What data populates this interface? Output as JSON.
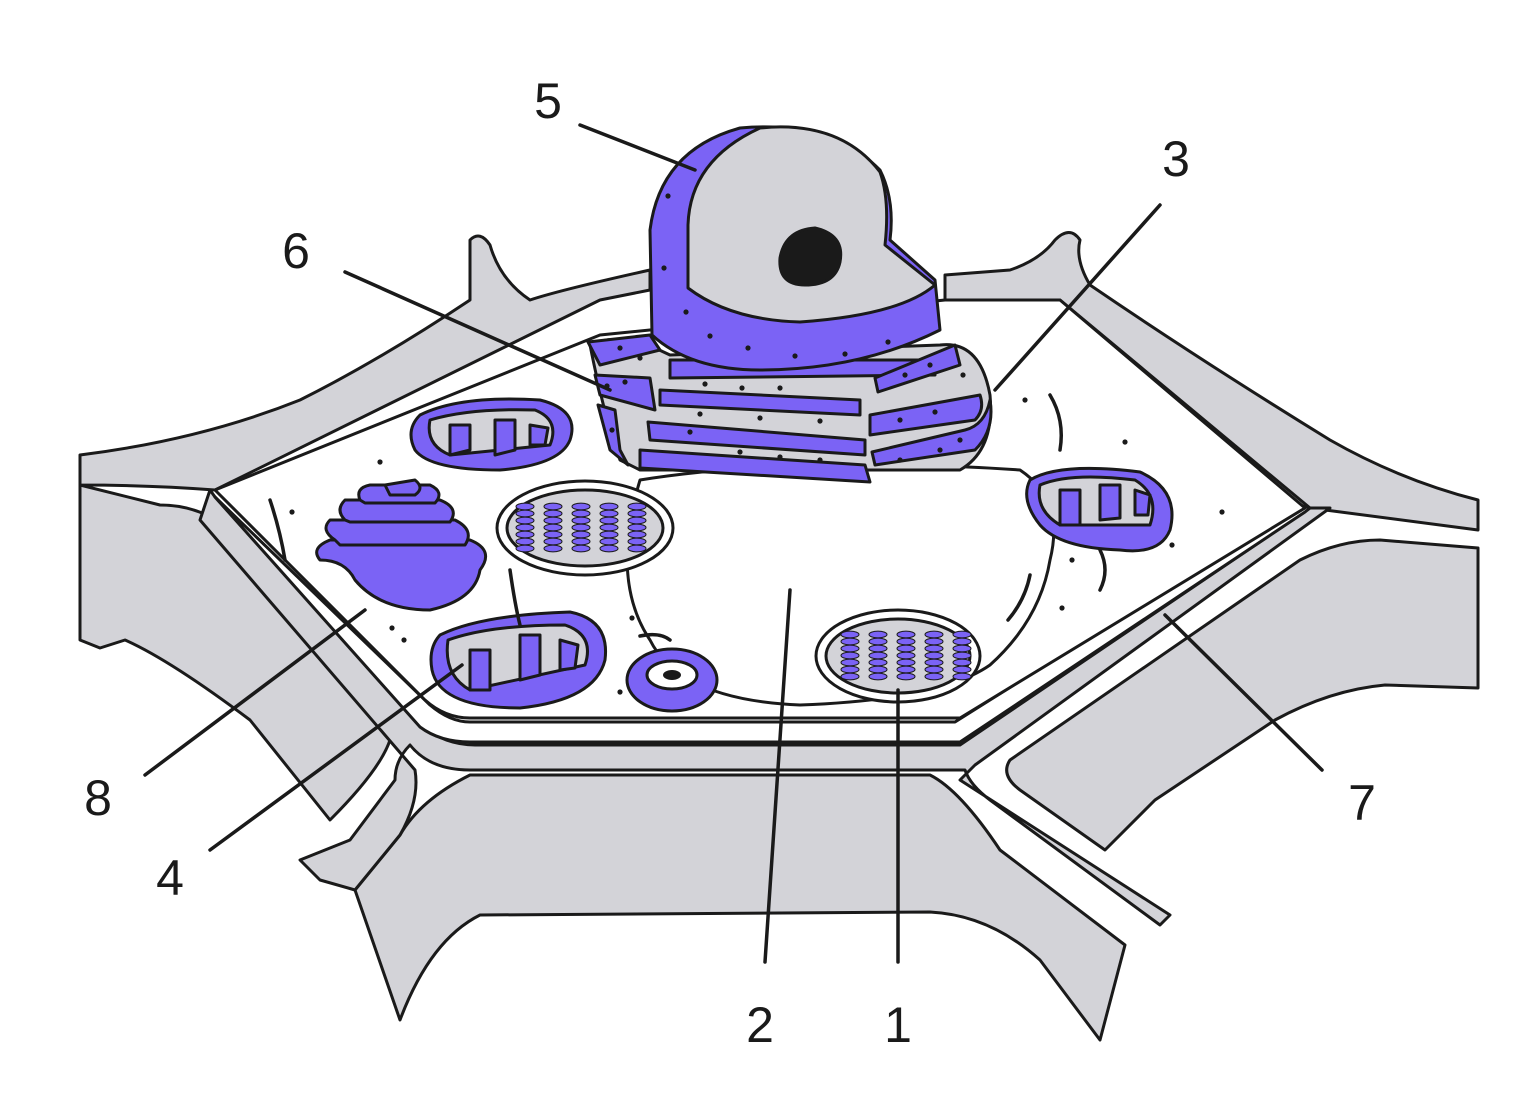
{
  "colors": {
    "purple": "#7b63f5",
    "gray": "#d3d3d8",
    "outline": "#1a1a1a",
    "white": "#ffffff",
    "nucleolus": "#1a1a1a"
  },
  "labels": [
    {
      "id": "label-1",
      "text": "1"
    },
    {
      "id": "label-2",
      "text": "2"
    },
    {
      "id": "label-3",
      "text": "3"
    },
    {
      "id": "label-4",
      "text": "4"
    },
    {
      "id": "label-5",
      "text": "5"
    },
    {
      "id": "label-6",
      "text": "6"
    },
    {
      "id": "label-7",
      "text": "7"
    },
    {
      "id": "label-8",
      "text": "8"
    }
  ]
}
